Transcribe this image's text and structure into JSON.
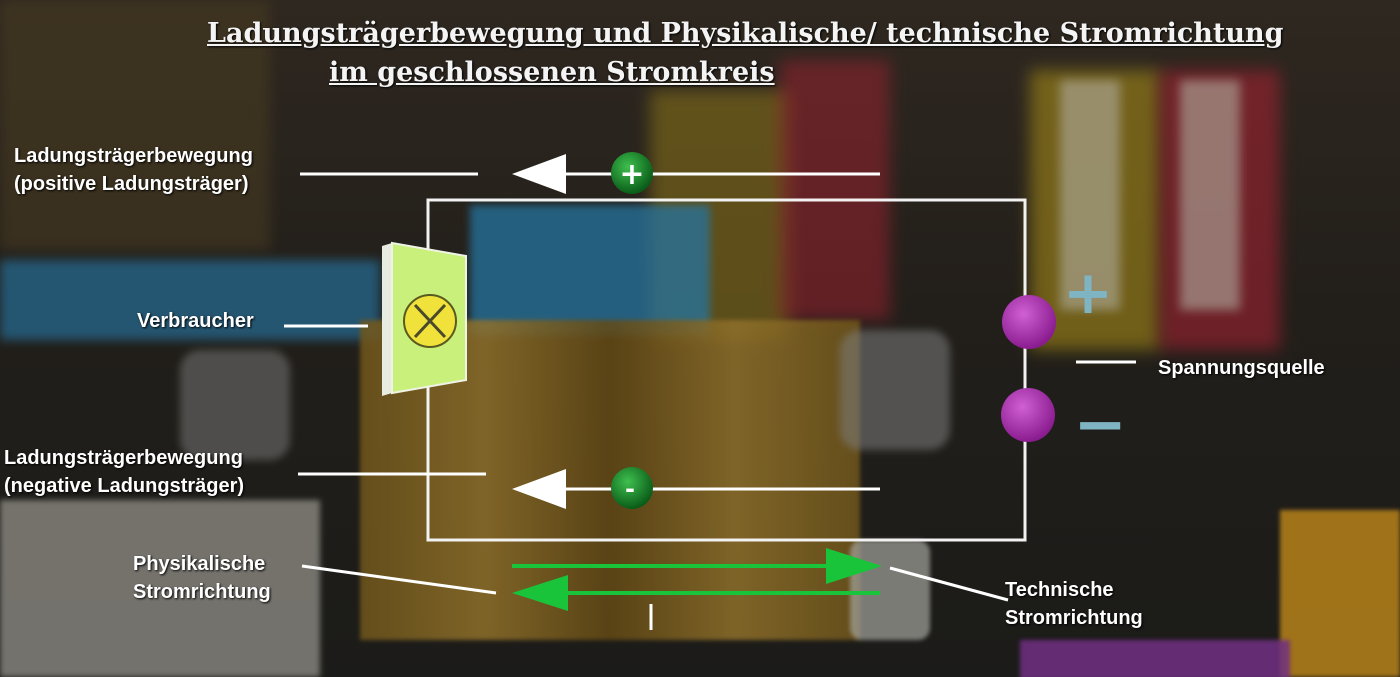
{
  "title": {
    "line1": "Ladungsträgerbewegung und Physikalische/ technische Stromrichtung",
    "line2": "im geschlossenen Stromkreis"
  },
  "labels": {
    "positive_motion_line1": "Ladungsträgerbewegung",
    "positive_motion_line2": "(positive Ladungsträger)",
    "negative_motion_line1": "Ladungsträgerbewegung",
    "negative_motion_line2": "(negative Ladungsträger)",
    "consumer": "Verbraucher",
    "voltage_source": "Spannungsquelle",
    "physical_current_line1": "Physikalische",
    "physical_current_line2": "Stromrichtung",
    "technical_current_line1": "Technische",
    "technical_current_line2": "Stromrichtung"
  },
  "symbols": {
    "positive_charge": "+",
    "negative_charge": "-",
    "plus_pole": "+",
    "minus_pole": "−"
  },
  "colors": {
    "wire": "#f2f2f2",
    "arrow_white": "#ffffff",
    "arrow_green": "#19c43a",
    "charge_green": "#0e7a22",
    "pole_purple": "#a52aa6",
    "pole_sign": "#7fb4c2",
    "consumer_face": "#c9f07a",
    "lamp_yellow": "#f0e23a"
  }
}
